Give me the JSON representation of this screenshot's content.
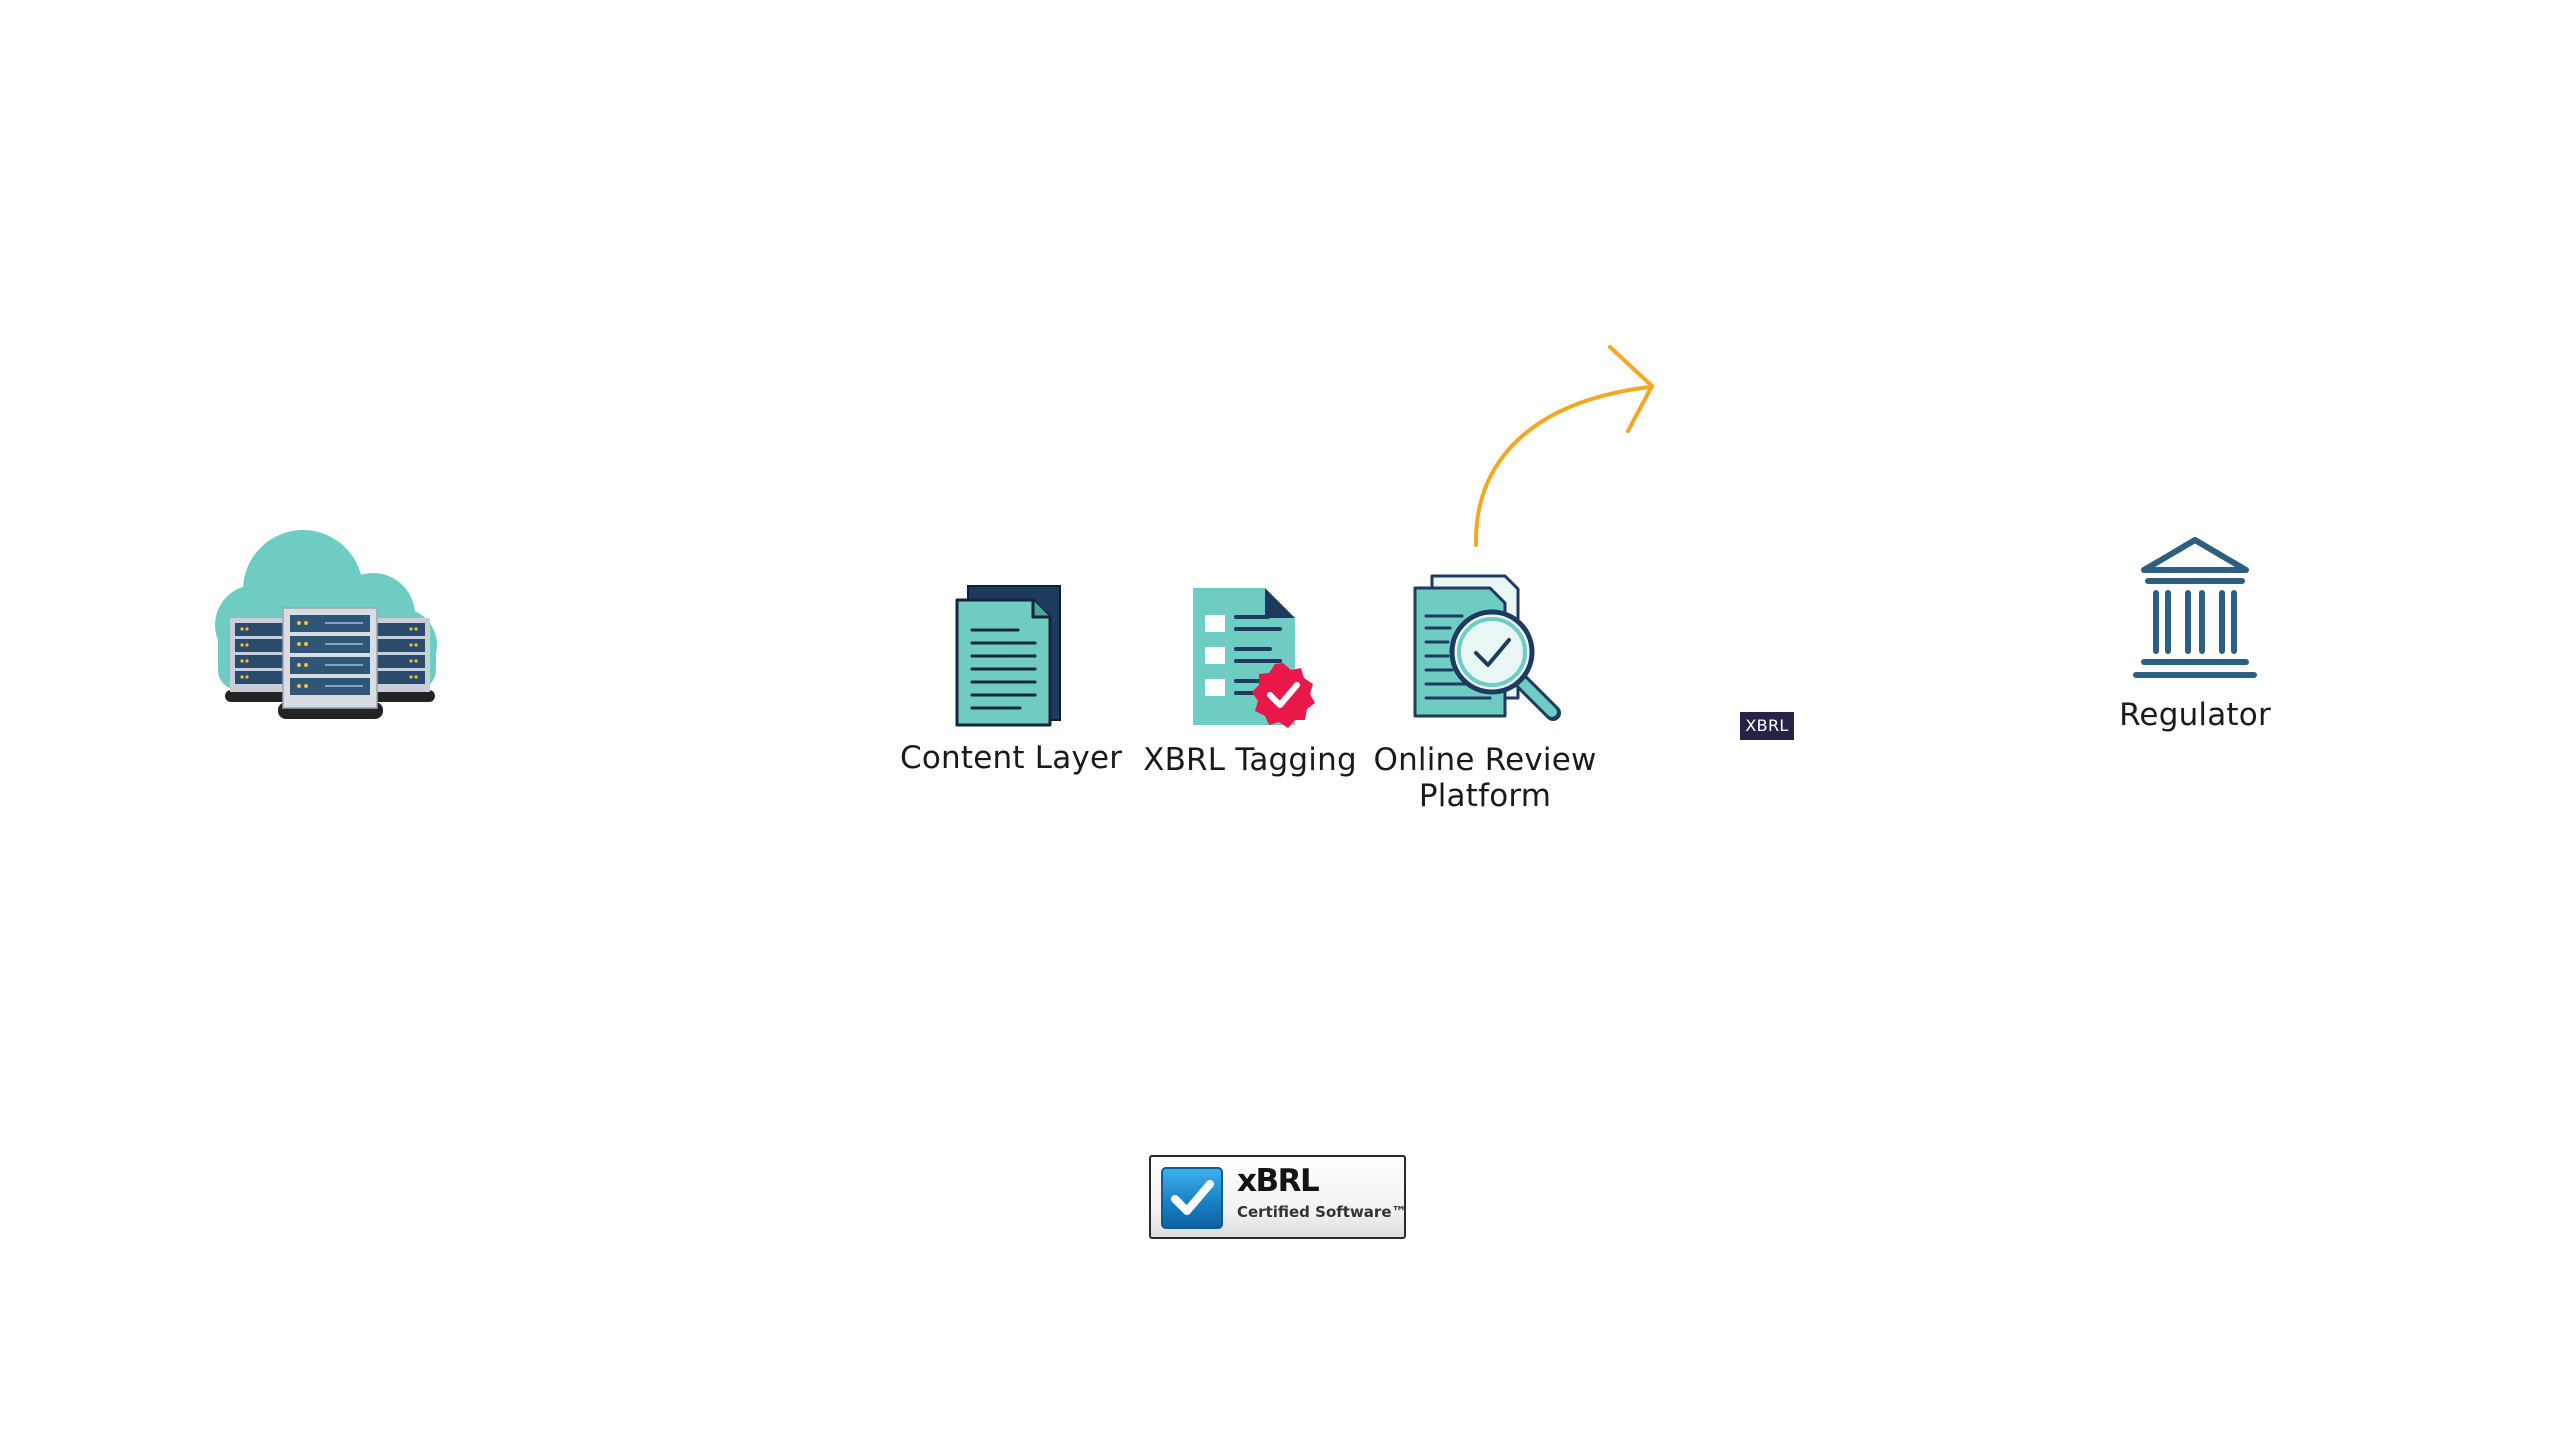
{
  "nodes": {
    "content_layer": {
      "label": "Content Layer"
    },
    "xbrl_tagging": {
      "label": "XBRL Tagging"
    },
    "online_review": {
      "label": "Online Review Platform"
    },
    "regulator": {
      "label": "Regulator"
    }
  },
  "xbrl_tag": {
    "text": "XBRL"
  },
  "certified_badge": {
    "title": "xBRL",
    "subtitle": "Certified Software™"
  },
  "colors": {
    "teal": "#6ECCC2",
    "navy": "#1E3A5F",
    "regulator_blue": "#2C5F82",
    "arrow_orange": "#F5A623",
    "badge_red": "#E8184A",
    "tag_bg": "#252447"
  },
  "icons": {
    "cloud_server": "cloud-server-icon",
    "content_layer": "document-stack-icon",
    "xbrl_tagging": "checklist-badge-icon",
    "online_review": "document-magnifier-icon",
    "regulator": "government-building-icon",
    "arrow": "curved-arrow-icon",
    "certified": "checkmark-icon"
  }
}
